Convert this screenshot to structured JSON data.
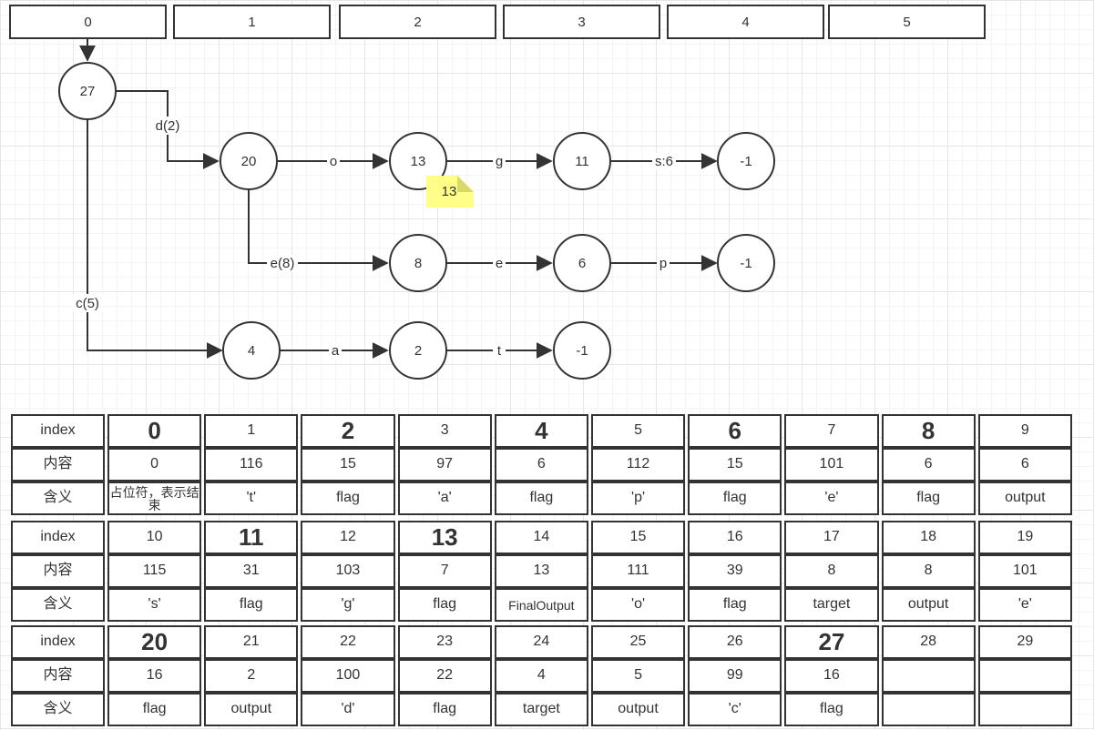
{
  "top_indices": [
    "0",
    "1",
    "2",
    "3",
    "4",
    "5"
  ],
  "nodes": {
    "n27": "27",
    "n20": "20",
    "n13": "13",
    "n11": "11",
    "n_end1": "-1",
    "n8": "8",
    "n6": "6",
    "n_end2": "-1",
    "n4": "4",
    "n2": "2",
    "n_end3": "-1"
  },
  "edges": {
    "d": "d(2)",
    "o": "o",
    "g": "g",
    "s": "s:6",
    "e8": "e(8)",
    "e": "e",
    "p": "p",
    "c": "c(5)",
    "a": "a",
    "t": "t"
  },
  "note": "13",
  "colors": {
    "note_fill": "#ffff88",
    "note_fold": "#d9d96a",
    "line": "#333333"
  },
  "tables": [
    {
      "index": [
        "0",
        "1",
        "2",
        "3",
        "4",
        "5",
        "6",
        "7",
        "8",
        "9"
      ],
      "content": [
        "0",
        "116",
        "15",
        "97",
        "6",
        "112",
        "15",
        "101",
        "6",
        "6"
      ],
      "meaning": [
        "占位符，表示结束",
        "'t'",
        "flag",
        "'a'",
        "flag",
        "'p'",
        "flag",
        "'e'",
        "flag",
        "output"
      ]
    },
    {
      "index": [
        "10",
        "11",
        "12",
        "13",
        "14",
        "15",
        "16",
        "17",
        "18",
        "19"
      ],
      "content": [
        "115",
        "31",
        "103",
        "7",
        "13",
        "111",
        "39",
        "8",
        "8",
        "101"
      ],
      "meaning": [
        "'s'",
        "flag",
        "'g'",
        "flag",
        "FinalOutput",
        "'o'",
        "flag",
        "target",
        "output",
        "'e'"
      ]
    },
    {
      "index": [
        "20",
        "21",
        "22",
        "23",
        "24",
        "25",
        "26",
        "27",
        "28",
        "29"
      ],
      "content": [
        "16",
        "2",
        "100",
        "22",
        "4",
        "5",
        "99",
        "16",
        "",
        ""
      ],
      "meaning": [
        "flag",
        "output",
        "'d'",
        "flag",
        "target",
        "output",
        "'c'",
        "flag",
        "",
        ""
      ]
    }
  ],
  "row_labels": {
    "index": "index",
    "content": "内容",
    "meaning": "含义"
  }
}
